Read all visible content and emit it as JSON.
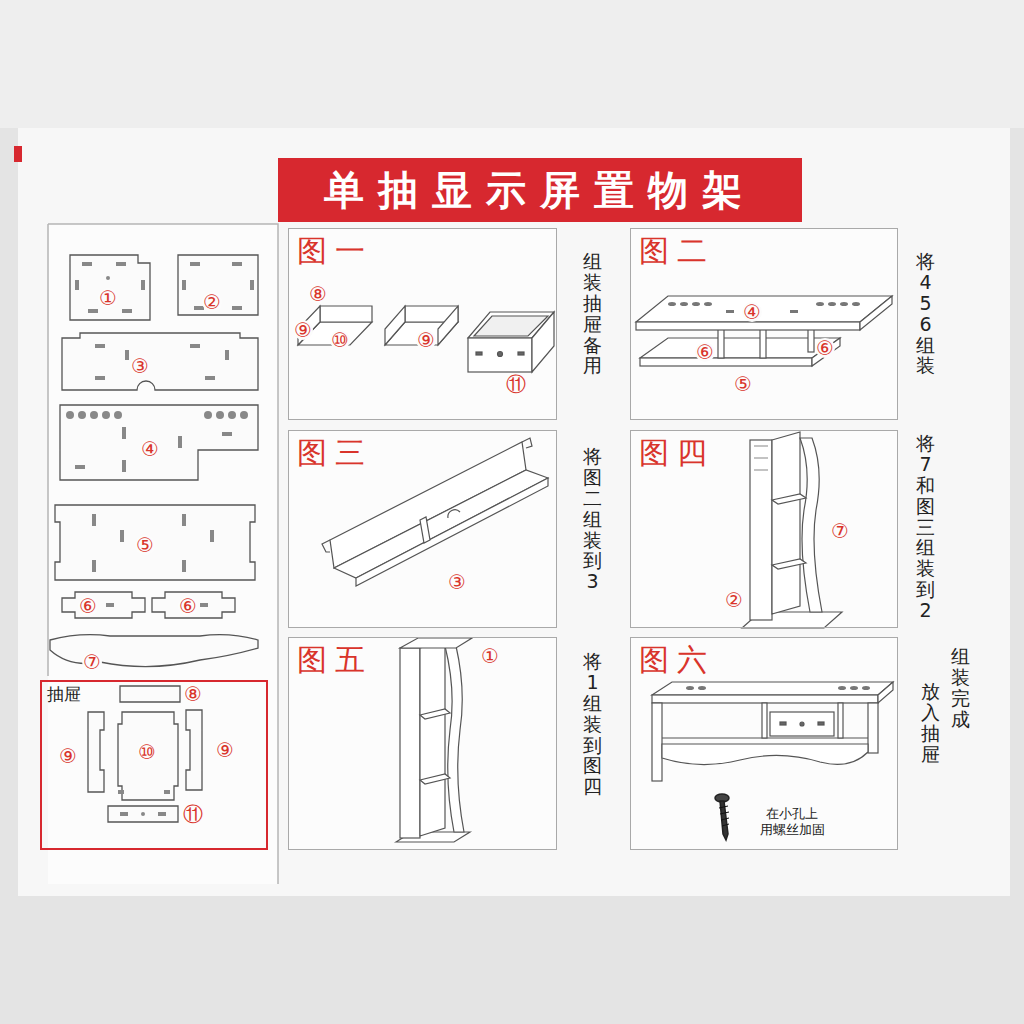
{
  "diagram": {
    "title": "单抽显示屏置物架",
    "nodes": [
      {
        "text": [
          "抽屉"
        ]
      },
      {
        "text": [
          "图一",
          "组装抽屉备用"
        ]
      },
      {
        "text": [
          "图二",
          "将456组装"
        ]
      },
      {
        "text": [
          "图三",
          "将图二组装到3"
        ]
      },
      {
        "text": [
          "图四",
          "将7和图三组装到2"
        ]
      },
      {
        "text": [
          "图五",
          "将1组装到图四"
        ]
      },
      {
        "text": [
          "图六",
          "组装完成",
          "放入抽屉"
        ]
      }
    ],
    "labels": [
      "①",
      "②",
      "③",
      "④",
      "⑤",
      "⑥",
      "⑥",
      "⑦",
      "⑧",
      "⑨",
      "⑩",
      "⑨",
      "⑪",
      "⑧",
      "⑨",
      "⑩",
      "⑨",
      "⑪",
      "④",
      "⑥",
      "⑥",
      "⑤",
      "③",
      "⑦",
      "②",
      "①",
      "在小孔上 用螺丝加固"
    ]
  }
}
